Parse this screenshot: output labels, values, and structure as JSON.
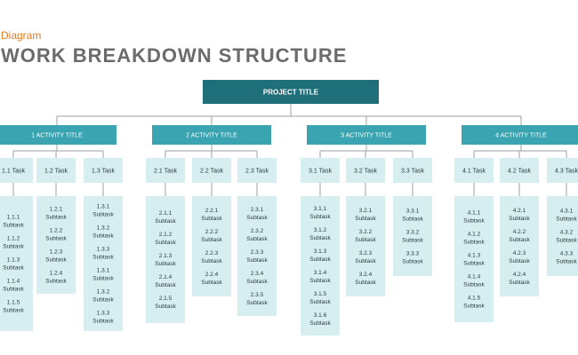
{
  "header": {
    "kicker": "Diagram",
    "title": "WORK BREAKDOWN STRUCTURE"
  },
  "colors": {
    "root_fill": "#1f6f7a",
    "activity_fill": "#3aa5b0",
    "task_fill": "#d7eef1",
    "subtask_fill": "#d7eef1",
    "connector": "#9aa0a6",
    "root_text": "#ffffff",
    "activity_text": "#ffffff",
    "task_text": "#2b3a3c",
    "subtask_text": "#2b3a3c"
  },
  "diagram": {
    "root": "PROJECT TITLE",
    "activities": [
      {
        "label": "1 ACTIVITY TITLE",
        "tasks": [
          {
            "label": "1.1 Task",
            "subtasks": [
              [
                "1.1.1",
                "Subtask"
              ],
              [
                "1.1.2",
                "Subtask"
              ],
              [
                "1.1.3",
                "Subtask"
              ],
              [
                "1.1.4",
                "Subtask"
              ],
              [
                "1.1.5",
                "Subtask"
              ]
            ]
          },
          {
            "label": "1.2 Task",
            "subtasks": [
              [
                "1.2.1",
                "Subtask"
              ],
              [
                "1.2.2",
                "Subtask"
              ],
              [
                "1.2.3",
                "Subtask"
              ],
              [
                "1.2.4",
                "Subtask"
              ]
            ]
          },
          {
            "label": "1.3 Task",
            "subtasks": [
              [
                "1.3.1",
                "Subtask"
              ],
              [
                "1.3.2",
                "Subtask"
              ],
              [
                "1.3.3",
                "Subtask"
              ],
              [
                "1.3.1",
                "Subtask"
              ],
              [
                "1.3.2",
                "Subtask"
              ],
              [
                "1.3.3",
                "Subtask"
              ]
            ]
          }
        ]
      },
      {
        "label": "2 ACTIVITY TITLE",
        "tasks": [
          {
            "label": "2.1 Task",
            "subtasks": [
              [
                "2.1.1",
                "Subtask"
              ],
              [
                "2.1.2",
                "Subtask"
              ],
              [
                "2.1.3",
                "Subtask"
              ],
              [
                "2.1.4",
                "Subtask"
              ],
              [
                "2.1.5",
                "Subtask"
              ]
            ]
          },
          {
            "label": "2.2 Task",
            "subtasks": [
              [
                "2.2.1",
                "Subtask"
              ],
              [
                "2.2.2",
                "Subtask"
              ],
              [
                "2.2.3",
                "Subtask"
              ],
              [
                "2.2.4",
                "Subtask"
              ]
            ]
          },
          {
            "label": "2.3 Task",
            "subtasks": [
              [
                "2.3.1",
                "Subtask"
              ],
              [
                "2.3.2",
                "Subtask"
              ],
              [
                "2.3.3",
                "Subtask"
              ],
              [
                "2.3.4",
                "Subtask"
              ],
              [
                "2.3.5",
                "Subtask"
              ]
            ]
          }
        ]
      },
      {
        "label": "3 ACTIVITY TITLE",
        "tasks": [
          {
            "label": "3.1 Task",
            "subtasks": [
              [
                "3.1.1",
                "Subtask"
              ],
              [
                "3.1.2",
                "Subtask"
              ],
              [
                "3.1.3",
                "Subtask"
              ],
              [
                "3.1.4",
                "Subtask"
              ],
              [
                "3.1.5",
                "Subtask"
              ],
              [
                "3.1.6",
                "Subtask"
              ]
            ]
          },
          {
            "label": "3.2 Task",
            "subtasks": [
              [
                "3.2.1",
                "Subtask"
              ],
              [
                "3.2.2",
                "Subtask"
              ],
              [
                "3.2.3",
                "Subtask"
              ],
              [
                "3.2.4",
                "Subtask"
              ]
            ]
          },
          {
            "label": "3.3 Task",
            "subtasks": [
              [
                "3.3.1",
                "Subtask"
              ],
              [
                "3.3.2",
                "Subtask"
              ],
              [
                "3.3.3",
                "Subtask"
              ]
            ]
          }
        ]
      },
      {
        "label": "4 ACTIVITY TITLE",
        "tasks": [
          {
            "label": "4.1 Task",
            "subtasks": [
              [
                "4.1.1",
                "Subtask"
              ],
              [
                "4.1.2",
                "Subtask"
              ],
              [
                "4.1.3",
                "Subtask"
              ],
              [
                "4.1.4",
                "Subtask"
              ],
              [
                "4.1.5",
                "Subtask"
              ]
            ]
          },
          {
            "label": "4.2 Task",
            "subtasks": [
              [
                "4.2.1",
                "Subtask"
              ],
              [
                "4.2.2",
                "Subtask"
              ],
              [
                "4.2.3",
                "Subtask"
              ],
              [
                "4.2.4",
                "Subtask"
              ]
            ]
          },
          {
            "label": "4.3 Task",
            "subtasks": [
              [
                "4.3.1",
                "Subtask"
              ],
              [
                "4.3.2",
                "Subtask"
              ],
              [
                "4.3.3",
                "Subtask"
              ]
            ]
          }
        ]
      }
    ]
  }
}
